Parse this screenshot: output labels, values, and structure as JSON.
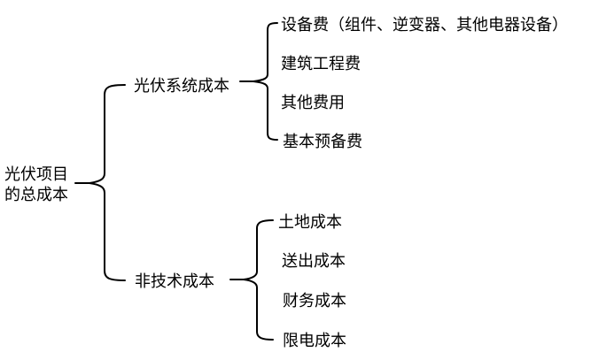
{
  "tree": {
    "root": {
      "label": "光伏项目的总成本"
    },
    "branches": [
      {
        "label": "光伏系统成本",
        "children": [
          "设备费（组件、逆变器、其他电器设备）",
          "建筑工程费",
          "其他费用",
          "基本预备费"
        ]
      },
      {
        "label": "非技术成本",
        "children": [
          "土地成本",
          "送出成本",
          "财务成本",
          "限电成本"
        ]
      }
    ],
    "colors": {
      "background": "#ffffff",
      "text": "#000000",
      "line": "#000000"
    }
  }
}
